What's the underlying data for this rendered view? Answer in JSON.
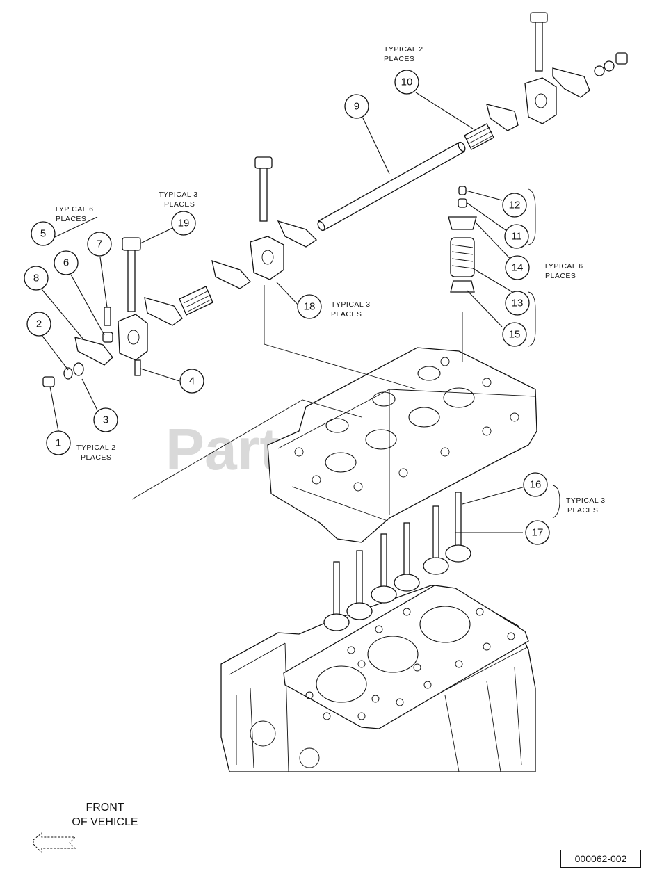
{
  "watermark": "PartsTree",
  "drawing_code": "000062-002",
  "front_label": [
    "FRONT",
    "OF VEHICLE"
  ],
  "callouts": [
    {
      "num": "1"
    },
    {
      "num": "2"
    },
    {
      "num": "3"
    },
    {
      "num": "4"
    },
    {
      "num": "5"
    },
    {
      "num": "6"
    },
    {
      "num": "7"
    },
    {
      "num": "8"
    },
    {
      "num": "9"
    },
    {
      "num": "10"
    },
    {
      "num": "11"
    },
    {
      "num": "12"
    },
    {
      "num": "13"
    },
    {
      "num": "14"
    },
    {
      "num": "15"
    },
    {
      "num": "16"
    },
    {
      "num": "17"
    },
    {
      "num": "18"
    },
    {
      "num": "19"
    }
  ],
  "notes": [
    {
      "lines": [
        "TYPICAL 2",
        "PLACES"
      ]
    },
    {
      "lines": [
        "TYPICAL 3",
        "PLACES"
      ]
    },
    {
      "lines": [
        "TYP CAL 6",
        "PLACES"
      ]
    },
    {
      "lines": [
        "TYPICAL 2",
        "PLACES"
      ]
    },
    {
      "lines": [
        "TYPICAL 3",
        "PLACES"
      ]
    },
    {
      "lines": [
        "TYPICAL 6",
        "PLACES"
      ]
    },
    {
      "lines": [
        "TYPICAL 3",
        "PLACES"
      ]
    }
  ]
}
